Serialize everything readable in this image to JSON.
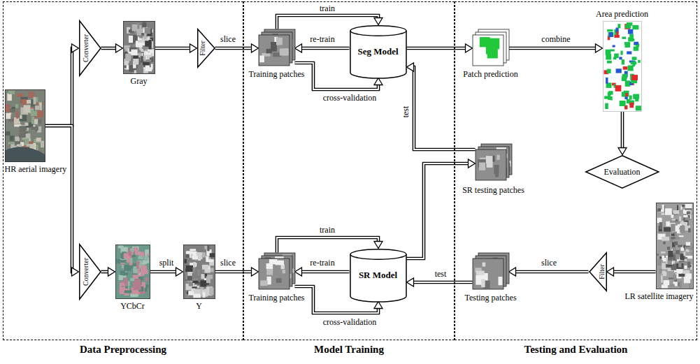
{
  "diagram": {
    "nodes": [
      {
        "text": [
          "Data Preprocessing"
        ]
      },
      {
        "text": [
          "Model Training"
        ]
      },
      {
        "text": [
          "Testing and Evaluation"
        ]
      },
      {
        "text": [
          "HR aerial imagery"
        ],
        "in": 0
      },
      {
        "text": [
          "Converter"
        ],
        "in": 0
      },
      {
        "text": [
          "Gray"
        ],
        "in": 0
      },
      {
        "text": [
          "Filter"
        ],
        "in": 0
      },
      {
        "text": [
          "Converter"
        ],
        "in": 0
      },
      {
        "text": [
          "YCbCr"
        ],
        "in": 0
      },
      {
        "text": [
          "Y"
        ],
        "in": 0
      },
      {
        "text": [
          "Training patches"
        ],
        "in": 1
      },
      {
        "text": [
          "Seg Model"
        ],
        "in": 1
      },
      {
        "text": [
          "Training patches"
        ],
        "in": 1
      },
      {
        "text": [
          "SR Model"
        ],
        "in": 1
      },
      {
        "text": [
          "Patch prediction"
        ],
        "in": 2
      },
      {
        "text": [
          "Area prediction"
        ],
        "in": 2
      },
      {
        "text": [
          "Evaluation"
        ],
        "in": 2
      },
      {
        "text": [
          "SR testing patches"
        ],
        "in": 2
      },
      {
        "text": [
          "Testing patches"
        ],
        "in": 2
      },
      {
        "text": [
          "Filter"
        ],
        "in": 2
      },
      {
        "text": [
          "LR satellite imagery"
        ],
        "in": 2
      }
    ],
    "edges": [
      {
        "from": 3,
        "to": 4,
        "arrow": "to"
      },
      {
        "from": 3,
        "to": 7,
        "arrow": "to"
      },
      {
        "from": 4,
        "to": 5,
        "arrow": "to"
      },
      {
        "from": 5,
        "to": 6,
        "arrow": "to"
      },
      {
        "from": 6,
        "to": 10,
        "label": "slice",
        "arrow": "to"
      },
      {
        "from": 7,
        "to": 8,
        "arrow": "to"
      },
      {
        "from": 8,
        "to": 9,
        "label": "split",
        "arrow": "to"
      },
      {
        "from": 9,
        "to": 12,
        "label": "slice",
        "arrow": "to"
      },
      {
        "from": 10,
        "to": 11,
        "label": "train",
        "arrow": "to"
      },
      {
        "from": 11,
        "to": 10,
        "label": "re-train",
        "arrow": "to"
      },
      {
        "from": 10,
        "to": 11,
        "label": "cross-validation",
        "arrow": "to"
      },
      {
        "from": 12,
        "to": 13,
        "label": "train",
        "arrow": "to"
      },
      {
        "from": 13,
        "to": 12,
        "label": "re-train",
        "arrow": "to"
      },
      {
        "from": 12,
        "to": 13,
        "label": "cross-validation",
        "arrow": "to"
      },
      {
        "from": 11,
        "to": 14,
        "arrow": "to"
      },
      {
        "from": 14,
        "to": 15,
        "label": "combine",
        "arrow": "to"
      },
      {
        "from": 15,
        "to": 16,
        "arrow": "to"
      },
      {
        "from": 18,
        "to": 13,
        "label": "test",
        "arrow": "to"
      },
      {
        "from": 13,
        "to": 17,
        "arrow": "to"
      },
      {
        "from": 17,
        "to": 11,
        "label": "test",
        "arrow": "to"
      },
      {
        "from": 19,
        "to": 18,
        "label": "slice",
        "arrow": "to"
      },
      {
        "from": 20,
        "to": 19,
        "arrow": "to"
      }
    ]
  }
}
